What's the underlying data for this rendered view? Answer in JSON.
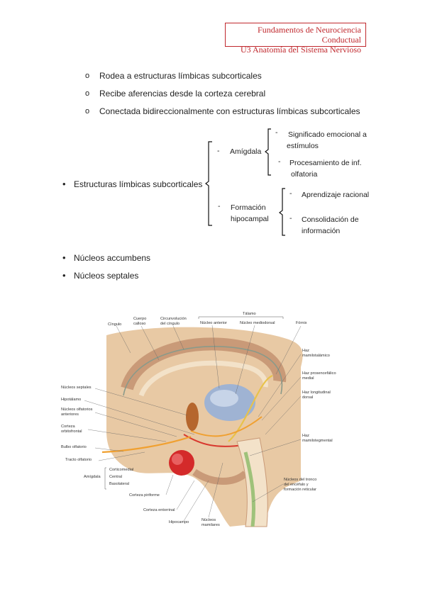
{
  "header": {
    "line1": "Fundamentos de Neurociencia Conductual",
    "line2": "U3 Anatomía del Sistema Nervioso"
  },
  "sub_bullets": {
    "marker": "o",
    "items": [
      "Rodea a estructuras límbicas subcorticales",
      "Recibe aferencias desde la corteza cerebral",
      "Conectada bidireccionalmente con estructuras límbicas subcorticales"
    ]
  },
  "tree": {
    "root": "Estructuras límbicas subcorticales",
    "dash": "-",
    "amigdala": {
      "label": "Amígdala",
      "item1_l1": "Significado emocional a",
      "item1_l2": "estímulos",
      "item2_l1": "Procesamiento de inf.",
      "item2_l2": "olfatoria"
    },
    "hipocampal": {
      "label_l1": "Formación",
      "label_l2": "hipocampal",
      "item1": "Aprendizaje racional",
      "item2_l1": "Consolidación  de",
      "item2_l2": "información"
    }
  },
  "bullets": [
    "Núcleos accumbens",
    "Núcleos septales"
  ],
  "figure": {
    "top_labels": {
      "cingulo": "Cíngulo",
      "cuerpo_calloso_l1": "Cuerpo",
      "cuerpo_calloso_l2": "calloso",
      "circunvolucion_l1": "Circunvolución",
      "circunvolucion_l2": "del cíngulo",
      "talamo": "Tálamo",
      "nucleo_anterior": "Núcleo anterior",
      "nucleo_mediodorsal": "Núcleo mediodorsal",
      "fornix": "Fórnix"
    },
    "left_labels": {
      "nucleos_septales": "Núcleos septales",
      "hipotalamo": "Hipotálamo",
      "olfatorios_l1": "Núcleos olfatorios",
      "olfatorios_l2": "anteriores",
      "orbitofrontal_l1": "Corteza",
      "orbitofrontal_l2": "orbitofrontal",
      "bulbo": "Bulbo olfatorio",
      "tracto": "Tracto olfatorio",
      "amigdala": "Amígdala",
      "corticomedial": "Corticomedial",
      "central": "Central",
      "basolateral": "Basolateral"
    },
    "bottom_labels": {
      "piriforme": "Corteza piriforme",
      "entorrinal": "Corteza entorrinal",
      "hipocampo": "Hipocampo",
      "mamilares_l1": "Núcleos",
      "mamilares_l2": "mamilares"
    },
    "right_labels": {
      "mamilotalamico_l1": "Haz",
      "mamilotalamico_l2": "mamilotalámico",
      "prosencefalico_l1": "Haz prosencefálico",
      "prosencefalico_l2": "medial",
      "longitudinal_l1": "Haz longitudinal",
      "longitudinal_l2": "dorsal",
      "mamilotegmental_l1": "Haz",
      "mamilotegmental_l2": "mamilotegmental",
      "tronco_l1": "Núcleos del tronco",
      "tronco_l2": "del encéfalo y",
      "tronco_l3": "formación reticular"
    },
    "colors": {
      "tissue": "#e8c9a4",
      "gray_matter": "#c99a78",
      "thalamus": "#9fb3d3",
      "amygdala": "#d42a2a",
      "pathway_orange": "#f0a030",
      "pathway_red": "#d8382e"
    }
  }
}
